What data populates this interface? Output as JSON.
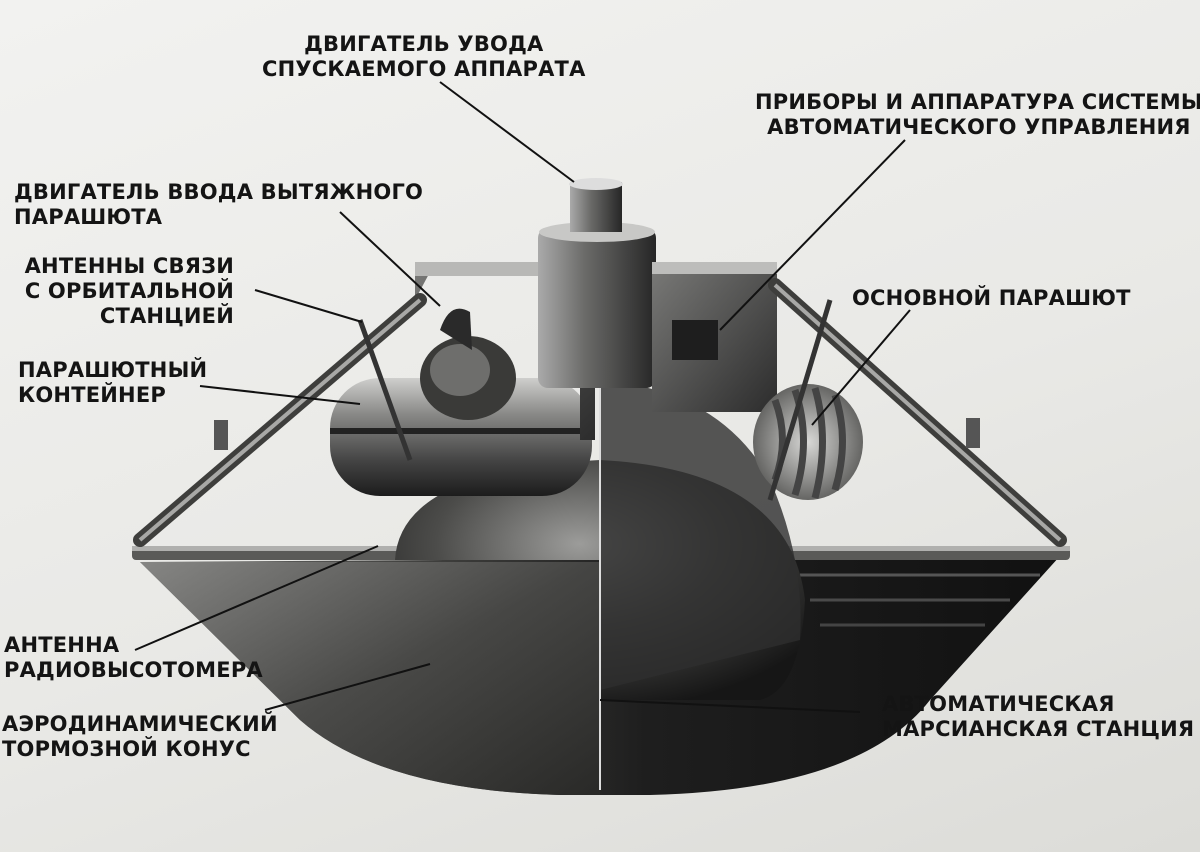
{
  "labels": {
    "deorbit_engine": [
      "ДВИГАТЕЛЬ УВОДА",
      "СПУСКАЕМОГО АППАРАТА"
    ],
    "control_system": [
      "ПРИБОРЫ И АППАРАТУРА СИСТЕМЫ",
      "АВТОМАТИЧЕСКОГО УПРАВЛЕНИЯ"
    ],
    "pilot_chute_engine": [
      "ДВИГАТЕЛЬ ВВОДА ВЫТЯЖНОГО",
      "ПАРАШЮТА"
    ],
    "comm_antennas": [
      "АНТЕННЫ СВЯЗИ",
      "С ОРБИТАЛЬНОЙ",
      "СТАНЦИЕЙ"
    ],
    "main_parachute": [
      "ОСНОВНОЙ ПАРАШЮТ"
    ],
    "parachute_container": [
      "ПАРАШЮТНЫЙ",
      "КОНТЕЙНЕР"
    ],
    "altimeter_antenna": [
      "АНТЕННА",
      "РАДИОВЫСОТОМЕРА"
    ],
    "aero_cone": [
      "АЭРОДИНАМИЧЕСКИЙ",
      "ТОРМОЗНОЙ КОНУС"
    ],
    "mars_station": [
      "АВТОМАТИЧЕСКАЯ",
      "МАРСИАНСКАЯ СТАНЦИЯ"
    ]
  },
  "colors": {
    "background": "#ececea",
    "ink": "#141414",
    "metal_dark": "#2a2a2a",
    "metal_light": "#9a9a98"
  }
}
